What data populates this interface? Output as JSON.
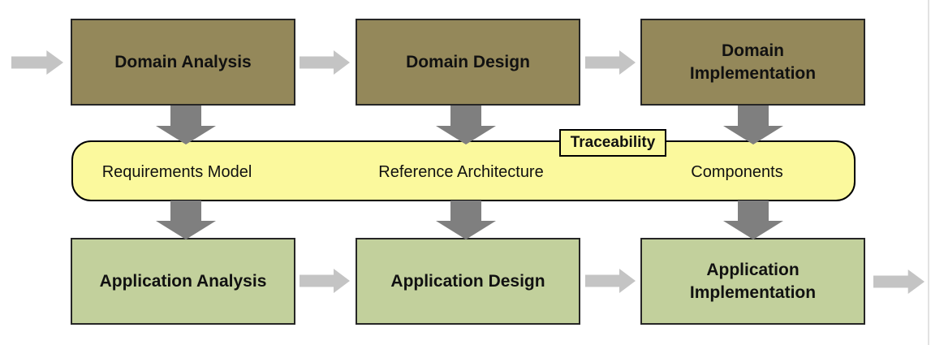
{
  "colors": {
    "domain_box_fill": "#94885A",
    "domain_box_border": "#262626",
    "application_box_fill": "#C2D09C",
    "application_box_border": "#262626",
    "band_fill": "#FBF99D",
    "band_border": "#000000",
    "tag_fill": "#FBF99D",
    "horizontal_arrow": "#C4C4C4",
    "vertical_arrow": "#7F7F7F"
  },
  "top_row": [
    {
      "name": "Domain Analysis",
      "lines": [
        "Domain Analysis"
      ]
    },
    {
      "name": "Domain Design",
      "lines": [
        "Domain Design"
      ]
    },
    {
      "name": "Domain Implementation",
      "lines": [
        "Domain",
        "Implementation"
      ]
    }
  ],
  "band": {
    "artifacts": [
      "Requirements Model",
      "Reference Architecture",
      "Components"
    ],
    "tag_label": "Traceability"
  },
  "bottom_row": [
    {
      "name": "Application Analysis",
      "lines": [
        "Application Analysis"
      ]
    },
    {
      "name": "Application Design",
      "lines": [
        "Application Design"
      ]
    },
    {
      "name": "Application Implementation",
      "lines": [
        "Application",
        "Implementation"
      ]
    }
  ]
}
